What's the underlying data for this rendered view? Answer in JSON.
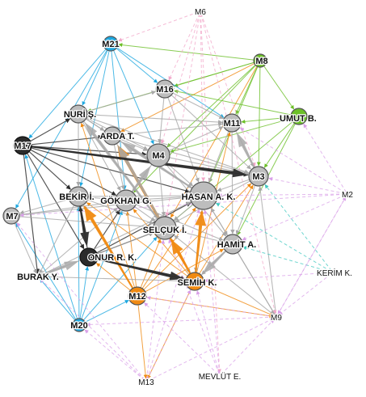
{
  "colors": {
    "gray": "#a8a8a8",
    "dark": "#2b2b2b",
    "blue": "#1ea8e0",
    "green": "#6cbf28",
    "orange": "#f08a12",
    "violet": "#d9a0e8",
    "pink": "#f2a6c8",
    "teal": "#40c8c0"
  },
  "nodes": [
    {
      "id": "M6",
      "label": "M6",
      "group": "violet"
    },
    {
      "id": "M21",
      "label": "M21",
      "group": "blue"
    },
    {
      "id": "M8",
      "label": "M8",
      "group": "green"
    },
    {
      "id": "M16",
      "label": "M16",
      "group": "gray"
    },
    {
      "id": "NURI",
      "label": "NURİ Ş.",
      "group": "gray"
    },
    {
      "id": "UMUT",
      "label": "UMUT B.",
      "group": "green"
    },
    {
      "id": "M11",
      "label": "M11",
      "group": "gray"
    },
    {
      "id": "ARDA",
      "label": "ARDA T.",
      "group": "gray"
    },
    {
      "id": "M17",
      "label": "M17",
      "group": "dark"
    },
    {
      "id": "M4",
      "label": "M4",
      "group": "gray"
    },
    {
      "id": "M3",
      "label": "M3",
      "group": "gray"
    },
    {
      "id": "M2",
      "label": "M2",
      "group": "violet"
    },
    {
      "id": "BEKIR",
      "label": "BEKİR İ.",
      "group": "gray"
    },
    {
      "id": "GOKHAN",
      "label": "GÖKHAN G.",
      "group": "gray"
    },
    {
      "id": "HASAN",
      "label": "HASAN A. K.",
      "group": "gray"
    },
    {
      "id": "M7",
      "label": "M7",
      "group": "gray"
    },
    {
      "id": "SELCUK",
      "label": "SELÇUK İ.",
      "group": "gray"
    },
    {
      "id": "HAMIT",
      "label": "HAMİT A.",
      "group": "gray"
    },
    {
      "id": "ONUR",
      "label": "ONUR R. K.",
      "group": "dark"
    },
    {
      "id": "KERIM",
      "label": "KERİM K.",
      "group": "violet"
    },
    {
      "id": "BURAK",
      "label": "BURAK Y.",
      "group": "gray"
    },
    {
      "id": "SEMIH",
      "label": "SEMİH K.",
      "group": "orange"
    },
    {
      "id": "M12",
      "label": "M12",
      "group": "orange"
    },
    {
      "id": "M20",
      "label": "M20",
      "group": "blue"
    },
    {
      "id": "M9",
      "label": "M9",
      "group": "violet"
    },
    {
      "id": "M13",
      "label": "M13",
      "group": "violet"
    },
    {
      "id": "MEVLUT",
      "label": "MEVLÜT E.",
      "group": "violet"
    }
  ],
  "edges": [
    {
      "from": "M8",
      "to": "M16",
      "color": "green"
    },
    {
      "from": "M8",
      "to": "NURI",
      "color": "green"
    },
    {
      "from": "M8",
      "to": "M4",
      "color": "green"
    },
    {
      "from": "M8",
      "to": "M11",
      "color": "green"
    },
    {
      "from": "M8",
      "to": "UMUT",
      "color": "green"
    },
    {
      "from": "M8",
      "to": "HASAN",
      "color": "green"
    },
    {
      "from": "M8",
      "to": "GOKHAN",
      "color": "green"
    },
    {
      "from": "M8",
      "to": "M3",
      "color": "green"
    },
    {
      "from": "M8",
      "to": "M21",
      "color": "green"
    },
    {
      "from": "M8",
      "to": "ARDA",
      "color": "orange"
    },
    {
      "from": "M8",
      "to": "SELCUK",
      "color": "orange"
    },
    {
      "from": "UMUT",
      "to": "M4",
      "color": "green"
    },
    {
      "from": "UMUT",
      "to": "M11",
      "color": "green"
    },
    {
      "from": "UMUT",
      "to": "M3",
      "color": "green"
    },
    {
      "from": "UMUT",
      "to": "HAMIT",
      "color": "green"
    },
    {
      "from": "UMUT",
      "to": "SELCUK",
      "color": "green"
    },
    {
      "from": "UMUT",
      "to": "M16",
      "color": "green"
    },
    {
      "from": "M21",
      "to": "M16",
      "color": "blue"
    },
    {
      "from": "M21",
      "to": "M17",
      "color": "blue"
    },
    {
      "from": "M21",
      "to": "NURI",
      "color": "blue"
    },
    {
      "from": "M21",
      "to": "M4",
      "color": "blue"
    },
    {
      "from": "M21",
      "to": "BEKIR",
      "color": "blue"
    },
    {
      "from": "M21",
      "to": "M11",
      "color": "blue"
    },
    {
      "from": "M21",
      "to": "M7",
      "color": "blue"
    },
    {
      "from": "M21",
      "to": "GOKHAN",
      "color": "blue"
    },
    {
      "from": "M20",
      "to": "BURAK",
      "color": "blue"
    },
    {
      "from": "M20",
      "to": "ONUR",
      "color": "blue"
    },
    {
      "from": "M20",
      "to": "BEKIR",
      "color": "blue"
    },
    {
      "from": "M20",
      "to": "M7",
      "color": "blue"
    },
    {
      "from": "M20",
      "to": "M17",
      "color": "blue"
    },
    {
      "from": "M20",
      "to": "GOKHAN",
      "color": "blue"
    },
    {
      "from": "M20",
      "to": "M12",
      "color": "blue"
    },
    {
      "from": "M20",
      "to": "SELCUK",
      "color": "blue"
    },
    {
      "from": "M17",
      "to": "NURI",
      "color": "dark"
    },
    {
      "from": "M17",
      "to": "ARDA",
      "color": "dark"
    },
    {
      "from": "M17",
      "to": "M4",
      "color": "dark"
    },
    {
      "from": "M17",
      "to": "BEKIR",
      "color": "dark"
    },
    {
      "from": "M17",
      "to": "GOKHAN",
      "color": "dark"
    },
    {
      "from": "M17",
      "to": "ONUR",
      "color": "dark"
    },
    {
      "from": "M17",
      "to": "BURAK",
      "color": "dark"
    },
    {
      "from": "M17",
      "to": "M3",
      "color": "dark"
    },
    {
      "from": "M17",
      "to": "HASAN",
      "color": "dark"
    },
    {
      "from": "ONUR",
      "to": "SELCUK",
      "color": "dark"
    },
    {
      "from": "ONUR",
      "to": "SEMIH",
      "color": "dark"
    },
    {
      "from": "ONUR",
      "to": "BEKIR",
      "color": "dark"
    },
    {
      "from": "ONUR",
      "to": "GOKHAN",
      "color": "dark"
    },
    {
      "from": "ONUR",
      "to": "HASAN",
      "color": "dark"
    },
    {
      "from": "M12",
      "to": "BEKIR",
      "color": "orange"
    },
    {
      "from": "M12",
      "to": "SELCUK",
      "color": "orange"
    },
    {
      "from": "M12",
      "to": "HASAN",
      "color": "orange"
    },
    {
      "from": "M12",
      "to": "M13",
      "color": "orange"
    },
    {
      "from": "M12",
      "to": "M9",
      "color": "orange"
    },
    {
      "from": "M12",
      "to": "NURI",
      "color": "orange"
    },
    {
      "from": "M12",
      "to": "GOKHAN",
      "color": "orange"
    },
    {
      "from": "M12",
      "to": "ONUR",
      "color": "orange"
    },
    {
      "from": "M12",
      "to": "HAMIT",
      "color": "orange"
    },
    {
      "from": "M12",
      "to": "M3",
      "color": "orange"
    },
    {
      "from": "SEMIH",
      "to": "SELCUK",
      "color": "orange"
    },
    {
      "from": "SEMIH",
      "to": "HASAN",
      "color": "orange"
    },
    {
      "from": "SEMIH",
      "to": "BEKIR",
      "color": "orange"
    },
    {
      "from": "SEMIH",
      "to": "M13",
      "color": "orange"
    },
    {
      "from": "SEMIH",
      "to": "M9",
      "color": "orange"
    },
    {
      "from": "SEMIH",
      "to": "M3",
      "color": "orange"
    },
    {
      "from": "SEMIH",
      "to": "M11",
      "color": "orange"
    },
    {
      "from": "SEMIH",
      "to": "GOKHAN",
      "color": "orange"
    },
    {
      "from": "NURI",
      "to": "ARDA",
      "color": "gray"
    },
    {
      "from": "NURI",
      "to": "M4",
      "color": "gray"
    },
    {
      "from": "NURI",
      "to": "GOKHAN",
      "color": "gray"
    },
    {
      "from": "NURI",
      "to": "HASAN",
      "color": "gray"
    },
    {
      "from": "NURI",
      "to": "M11",
      "color": "gray"
    },
    {
      "from": "NURI",
      "to": "SELCUK",
      "color": "gray"
    },
    {
      "from": "NURI",
      "to": "BEKIR",
      "color": "gray"
    },
    {
      "from": "NURI",
      "to": "M3",
      "color": "gray"
    },
    {
      "from": "NURI",
      "to": "M16",
      "color": "gray"
    },
    {
      "from": "ARDA",
      "to": "M4",
      "color": "gray"
    },
    {
      "from": "ARDA",
      "to": "HASAN",
      "color": "gray"
    },
    {
      "from": "ARDA",
      "to": "GOKHAN",
      "color": "gray"
    },
    {
      "from": "ARDA",
      "to": "SELCUK",
      "color": "gray"
    },
    {
      "from": "ARDA",
      "to": "M3",
      "color": "gray"
    },
    {
      "from": "ARDA",
      "to": "M11",
      "color": "gray"
    },
    {
      "from": "M4",
      "to": "HASAN",
      "color": "gray"
    },
    {
      "from": "M4",
      "to": "GOKHAN",
      "color": "gray"
    },
    {
      "from": "M4",
      "to": "SELCUK",
      "color": "gray"
    },
    {
      "from": "M4",
      "to": "M3",
      "color": "gray"
    },
    {
      "from": "M4",
      "to": "M11",
      "color": "gray"
    },
    {
      "from": "M4",
      "to": "HAMIT",
      "color": "gray"
    },
    {
      "from": "M16",
      "to": "M4",
      "color": "gray"
    },
    {
      "from": "M16",
      "to": "M11",
      "color": "gray"
    },
    {
      "from": "M16",
      "to": "HASAN",
      "color": "gray"
    },
    {
      "from": "M16",
      "to": "M3",
      "color": "gray"
    },
    {
      "from": "M11",
      "to": "M3",
      "color": "gray"
    },
    {
      "from": "M11",
      "to": "HASAN",
      "color": "gray"
    },
    {
      "from": "M11",
      "to": "HAMIT",
      "color": "gray"
    },
    {
      "from": "M3",
      "to": "HASAN",
      "color": "gray"
    },
    {
      "from": "M3",
      "to": "HAMIT",
      "color": "gray"
    },
    {
      "from": "M3",
      "to": "SELCUK",
      "color": "gray"
    },
    {
      "from": "BEKIR",
      "to": "GOKHAN",
      "color": "gray"
    },
    {
      "from": "BEKIR",
      "to": "SELCUK",
      "color": "gray"
    },
    {
      "from": "BEKIR",
      "to": "HASAN",
      "color": "gray"
    },
    {
      "from": "BEKIR",
      "to": "M7",
      "color": "gray"
    },
    {
      "from": "BEKIR",
      "to": "BURAK",
      "color": "gray"
    },
    {
      "from": "GOKHAN",
      "to": "HASAN",
      "color": "gray"
    },
    {
      "from": "GOKHAN",
      "to": "SELCUK",
      "color": "gray"
    },
    {
      "from": "GOKHAN",
      "to": "HAMIT",
      "color": "gray"
    },
    {
      "from": "HASAN",
      "to": "SELCUK",
      "color": "gray"
    },
    {
      "from": "HASAN",
      "to": "HAMIT",
      "color": "gray"
    },
    {
      "from": "HASAN",
      "to": "SEMIH",
      "color": "gray"
    },
    {
      "from": "SELCUK",
      "to": "HAMIT",
      "color": "gray"
    },
    {
      "from": "SELCUK",
      "to": "SEMIH",
      "color": "gray"
    },
    {
      "from": "HAMIT",
      "to": "SEMIH",
      "color": "gray"
    },
    {
      "from": "HAMIT",
      "to": "M9",
      "color": "gray"
    },
    {
      "from": "M7",
      "to": "GOKHAN",
      "color": "gray"
    },
    {
      "from": "M7",
      "to": "BURAK",
      "color": "gray"
    },
    {
      "from": "M7",
      "to": "SELCUK",
      "color": "gray"
    },
    {
      "from": "M7",
      "to": "HASAN",
      "color": "gray"
    },
    {
      "from": "BURAK",
      "to": "GOKHAN",
      "color": "gray"
    },
    {
      "from": "BURAK",
      "to": "SELCUK",
      "color": "gray"
    },
    {
      "from": "BURAK",
      "to": "SEMIH",
      "color": "gray"
    },
    {
      "from": "BURAK",
      "to": "HASAN",
      "color": "gray"
    },
    {
      "from": "M9",
      "to": "SELCUK",
      "color": "gray"
    },
    {
      "from": "M9",
      "to": "HASAN",
      "color": "gray"
    },
    {
      "from": "M9",
      "to": "M3",
      "color": "gray"
    },
    {
      "from": "M6",
      "to": "M4",
      "color": "pink"
    },
    {
      "from": "M6",
      "to": "M16",
      "color": "pink"
    },
    {
      "from": "M6",
      "to": "HASAN",
      "color": "pink"
    },
    {
      "from": "M6",
      "to": "M3",
      "color": "pink"
    },
    {
      "from": "M6",
      "to": "M9",
      "color": "pink"
    },
    {
      "from": "M6",
      "to": "MEVLUT",
      "color": "pink"
    },
    {
      "from": "M6",
      "to": "SELCUK",
      "color": "pink"
    },
    {
      "from": "M6",
      "to": "M21",
      "color": "pink"
    },
    {
      "from": "M2",
      "to": "M3",
      "color": "violet"
    },
    {
      "from": "M2",
      "to": "HASAN",
      "color": "violet"
    },
    {
      "from": "M2",
      "to": "HAMIT",
      "color": "violet"
    },
    {
      "from": "M2",
      "to": "M9",
      "color": "violet"
    },
    {
      "from": "M2",
      "to": "UMUT",
      "color": "violet"
    },
    {
      "from": "M2",
      "to": "M11",
      "color": "violet"
    },
    {
      "from": "M2",
      "to": "M7",
      "color": "violet"
    },
    {
      "from": "KERIM",
      "to": "HAMIT",
      "color": "teal"
    },
    {
      "from": "KERIM",
      "to": "HASAN",
      "color": "teal"
    },
    {
      "from": "KERIM",
      "to": "M3",
      "color": "teal"
    },
    {
      "from": "KERIM",
      "to": "SEMIH",
      "color": "violet"
    },
    {
      "from": "KERIM",
      "to": "M9",
      "color": "violet"
    },
    {
      "from": "MEVLUT",
      "to": "SEMIH",
      "color": "violet"
    },
    {
      "from": "MEVLUT",
      "to": "M12",
      "color": "violet"
    },
    {
      "from": "MEVLUT",
      "to": "M9",
      "color": "violet"
    },
    {
      "from": "MEVLUT",
      "to": "SELCUK",
      "color": "violet"
    },
    {
      "from": "MEVLUT",
      "to": "HASAN",
      "color": "violet"
    },
    {
      "from": "M13",
      "to": "SEMIH",
      "color": "violet"
    },
    {
      "from": "M13",
      "to": "M20",
      "color": "violet"
    },
    {
      "from": "M13",
      "to": "HASAN",
      "color": "violet"
    },
    {
      "from": "M13",
      "to": "M9",
      "color": "violet"
    },
    {
      "from": "M13",
      "to": "SELCUK",
      "color": "violet"
    },
    {
      "from": "M13",
      "to": "BURAK",
      "color": "violet"
    },
    {
      "from": "M9",
      "to": "M20",
      "color": "violet"
    },
    {
      "from": "M9",
      "to": "M2",
      "color": "violet"
    },
    {
      "from": "M9",
      "to": "M12",
      "color": "violet"
    },
    {
      "from": "M13",
      "to": "M7",
      "color": "violet"
    }
  ],
  "thick_arrows": [
    {
      "from": "SEMIH",
      "to": "SELCUK",
      "color": "orange"
    },
    {
      "from": "SEMIH",
      "to": "HASAN",
      "color": "orange"
    },
    {
      "from": "M12",
      "to": "BEKIR",
      "color": "orange"
    },
    {
      "from": "SEMIH",
      "to": "ARDA",
      "color": "orange"
    },
    {
      "from": "SELCUK",
      "to": "NURI",
      "color": "gray"
    },
    {
      "from": "HASAN",
      "to": "ARDA",
      "color": "gray"
    },
    {
      "from": "M3",
      "to": "M11",
      "color": "gray"
    },
    {
      "from": "GOKHAN",
      "to": "M4",
      "color": "gray"
    },
    {
      "from": "SELCUK",
      "to": "ARDA",
      "color": "gray"
    },
    {
      "from": "BURAK",
      "to": "ONUR",
      "color": "gray"
    },
    {
      "from": "BEKIR",
      "to": "ONUR",
      "color": "dark"
    },
    {
      "from": "M17",
      "to": "M3",
      "color": "dark"
    },
    {
      "from": "ONUR",
      "to": "SEMIH",
      "color": "dark"
    },
    {
      "from": "HAMIT",
      "to": "SEMIH",
      "color": "gray"
    }
  ]
}
